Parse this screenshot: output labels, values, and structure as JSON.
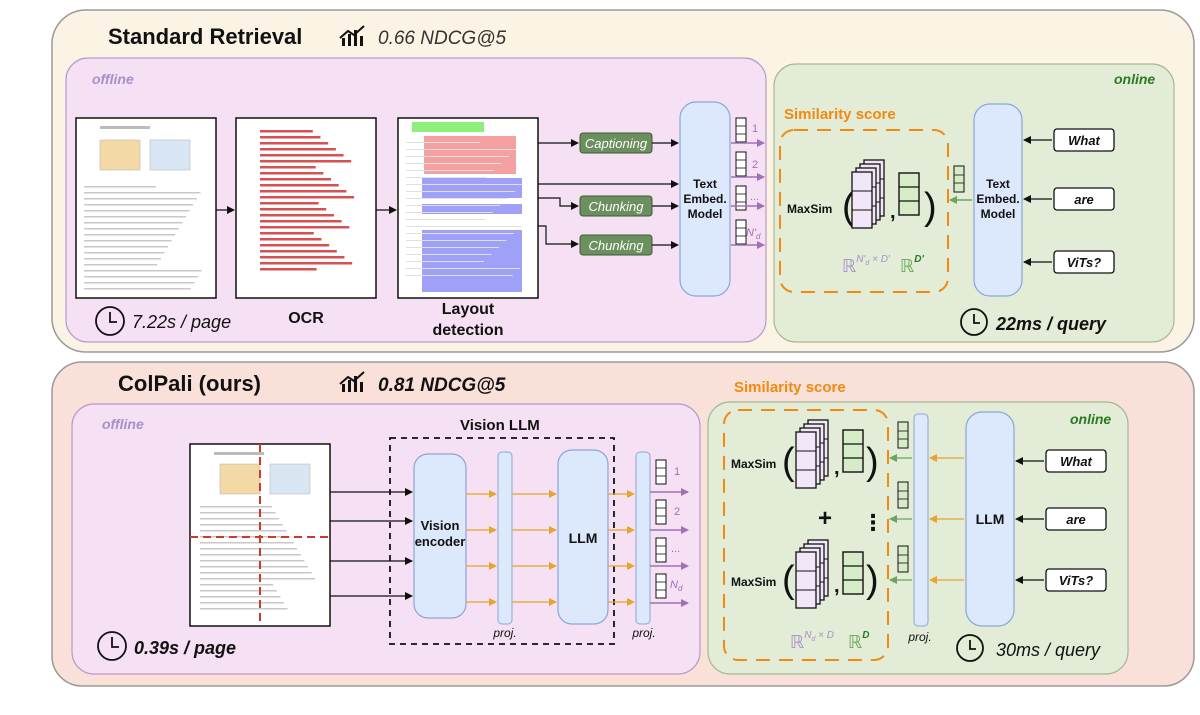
{
  "colors": {
    "outer_standard": "#fbf3e4",
    "outer_colpali": "#f9e1da",
    "offline_bg": "#f6e0f3",
    "online_bg": "#e3ecd6",
    "embed_fill": "#dce8fb",
    "chunk_fill": "#6b8f5e",
    "offline_label": "#a88fca",
    "online_label": "#2a7a20",
    "similarity": "#f08a10",
    "arrow_purple": "#a070b8",
    "arrow_orange": "#e6a52e",
    "arrow_green": "#6aa65a",
    "red": "#cc3a2a"
  },
  "standard": {
    "title": "Standard Retrieval",
    "metric": "0.66 NDCG@5",
    "offline_label": "offline",
    "online_label": "online",
    "time_offline": "7.22s / page",
    "time_online": "22ms / query",
    "ocr_label": "OCR",
    "layout_label_1": "Layout",
    "layout_label_2": "detection",
    "captioning": "Captioning",
    "chunking_1": "Chunking",
    "chunking_2": "Chunking",
    "embed_1": "Text",
    "embed_2": "Embed.",
    "embed_3": "Model",
    "vec_1": "1",
    "vec_2": "2",
    "vec_dots": "...",
    "vec_n": "N'",
    "vec_n_sub": "d",
    "similarity": "Similarity score",
    "maxsim": "MaxSim",
    "comma": ",",
    "space_r": "ℝ",
    "space_left_exp": "N'",
    "space_left_sub": "d",
    "space_left_exp2": " × D'",
    "space_right_exp": "D'",
    "query_words": [
      "What",
      "are",
      "ViTs?"
    ]
  },
  "colpali": {
    "title": "ColPali (ours)",
    "metric": "0.81 NDCG@5",
    "offline_label": "offline",
    "online_label": "online",
    "time_offline": "0.39s / page",
    "time_online": "30ms / query",
    "vision_llm": "Vision LLM",
    "vision_encoder_1": "Vision",
    "vision_encoder_2": "encoder",
    "llm": "LLM",
    "proj": "proj.",
    "vec_1": "1",
    "vec_2": "2",
    "vec_dots": "...",
    "vec_n": "N",
    "vec_n_sub": "d",
    "similarity": "Similarity score",
    "maxsim": "MaxSim",
    "comma": ",",
    "plus": "+",
    "vdots": "⋮",
    "space_r": "ℝ",
    "space_left_exp": "N",
    "space_left_sub": "d",
    "space_left_exp2": " × D",
    "space_right_exp": "D",
    "query_llm": "LLM",
    "query_words": [
      "What",
      "are",
      "ViTs?"
    ]
  }
}
